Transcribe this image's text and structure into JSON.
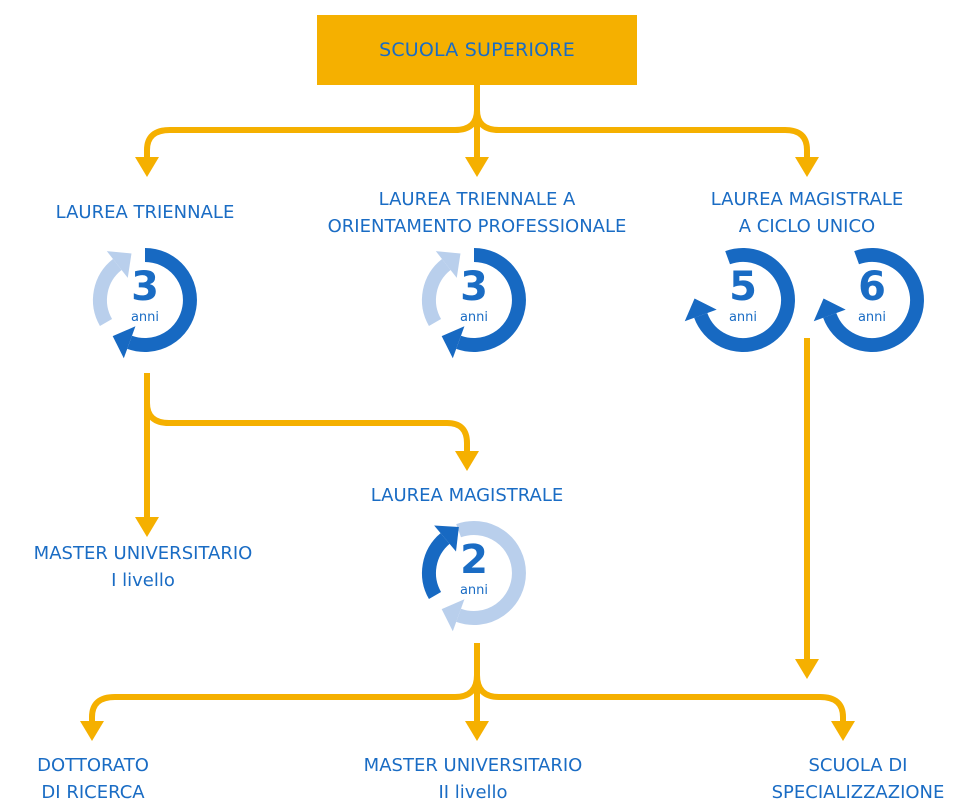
{
  "top": {
    "label": "SCUOLA SUPERIORE"
  },
  "nodes": {
    "laurea_triennale": {
      "label": "LAUREA TRIENNALE"
    },
    "laurea_triennale_prof": {
      "line1": "LAUREA TRIENNALE A",
      "line2": "ORIENTAMENTO PROFESSIONALE"
    },
    "laurea_magistrale_ciclo": {
      "line1": "LAUREA MAGISTRALE",
      "line2": "A CICLO UNICO"
    },
    "laurea_magistrale": {
      "label": "LAUREA MAGISTRALE"
    },
    "master_1": {
      "line1": "MASTER UNIVERSITARIO",
      "line2": "I livello"
    },
    "dottorato": {
      "line1": "DOTTORATO",
      "line2": "DI RICERCA"
    },
    "master_2": {
      "line1": "MASTER UNIVERSITARIO",
      "line2": "II livello"
    },
    "specializzazione": {
      "line1": "SCUOLA DI",
      "line2": "SPECIALIZZAZIONE"
    }
  },
  "durations": [
    {
      "years": "3",
      "unit": "anni"
    },
    {
      "years": "3",
      "unit": "anni"
    },
    {
      "years": "5",
      "unit": "anni"
    },
    {
      "years": "6",
      "unit": "anni"
    },
    {
      "years": "2",
      "unit": "anni"
    }
  ],
  "colors": {
    "connector": "#f5b000",
    "text": "#1a6cc4",
    "cycle_dark": "#1769c2",
    "cycle_light": "#b9cfec"
  }
}
